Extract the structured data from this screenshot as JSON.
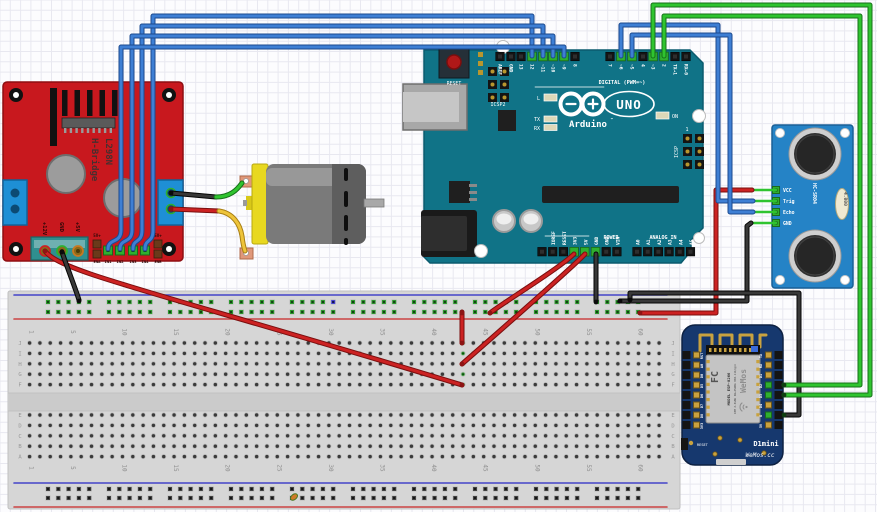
{
  "app": {
    "name": "fritzing-breadboard-view"
  },
  "colors": {
    "bg": "#fcfcfe",
    "grid": "#e8e8f0",
    "breadboard_body": "#d6d6d6",
    "breadboard_channel": "#cbcbcb",
    "rail_blue_line": "#4343c8",
    "rail_red_line": "#cc4343",
    "hole_dark": "#3a3a3a",
    "hole_green": "#2f9e2f",
    "hole_blue": "#4946d9",
    "arduino_board": "#107387",
    "arduino_edge": "#0b5b6e",
    "l298n_board": "#c8181e",
    "l298n_edge": "#8e0e12",
    "hcsr04_board": "#2583c6",
    "hcsr04_edge": "#1a5f96",
    "wemos_board": "#16386e",
    "wemos_edge": "#0d2142",
    "terminal_blue": "#1e8fd5",
    "screw_teal": "#2f8f8f",
    "wire_blue": "#3e7fd4",
    "wire_blue_dark": "#1c4a8e",
    "wire_green": "#2fc42f",
    "wire_green_dark": "#17701a",
    "wire_red": "#cc2222",
    "wire_red_dark": "#7a0f0f",
    "wire_black": "#383838",
    "wire_black_dark": "#050505",
    "wire_yellow": "#eec43a",
    "wire_yellow_dark": "#a87f14",
    "motor_yellow": "#e8d820",
    "motor_gray": "#7a7a7a",
    "motor_dark": "#5e5e5e",
    "gold": "#c9a23f",
    "silver": "#c4c4c4"
  },
  "l298n": {
    "chip_label": "L298N",
    "board_label": "H-Bridge",
    "screw_labels": [
      "+12V",
      "GND",
      "+5V"
    ],
    "enable_top_labels": [
      "5V+",
      "5V+"
    ],
    "pin_row_labels": [
      "ENA",
      "IN1",
      "IN2",
      "IN3",
      "IN4",
      "ENB"
    ]
  },
  "arduino": {
    "brand": "Arduino",
    "tm": "™",
    "model": "UNO",
    "reset_label": "RESET",
    "icsp2_label": "ICSP2",
    "icsp_label": "ICSP",
    "pin1_label": "1",
    "led_l": "L",
    "led_tx": "TX",
    "led_rx": "RX",
    "led_on": "ON",
    "digital_caption": "DIGITAL (PWM=~)",
    "digital_pins_left": [
      "AREF",
      "GND",
      "13",
      "12",
      "~11",
      "~10",
      "~9",
      "8"
    ],
    "digital_pins_right": [
      "7",
      "~6",
      "~5",
      "4",
      "~3",
      "2",
      "TX→1",
      "RX←0"
    ],
    "power_caption": "POWER",
    "power_pins": [
      "",
      "IOREF",
      "RESET",
      "3V3",
      "5V",
      "GND",
      "GND",
      "VIN"
    ],
    "analog_caption": "ANALOG IN",
    "analog_pins": [
      "A0",
      "A1",
      "A2",
      "A3",
      "A4",
      "A5"
    ]
  },
  "hcsr04": {
    "model": "HC-SR04",
    "crystal": "4.000",
    "pins": [
      "VCC",
      "Trig",
      "Echo",
      "GND"
    ]
  },
  "wemos": {
    "left_pins": [
      "RST",
      "A0",
      "D0",
      "D5",
      "D6",
      "D7",
      "D8",
      "3V3"
    ],
    "right_pins": [
      "TX",
      "RX",
      "D1",
      "D2",
      "D3",
      "D4",
      "G",
      "5V"
    ],
    "fcc": "FC",
    "model_text": "MODEL ESP-8266",
    "radio_text": "18M 2.4GHz PA+25dBm 802.11b/g/n",
    "brand": "WeMos",
    "title": "D1mini",
    "site": "WeMos.cc",
    "reset_label": "RESET"
  },
  "breadboard": {
    "row_letters_top": [
      "J",
      "I",
      "H",
      "G",
      "F"
    ],
    "row_letters_bottom": [
      "E",
      "D",
      "C",
      "B",
      "A"
    ],
    "column_numbers": [
      "1",
      "5",
      "10",
      "15",
      "20",
      "25",
      "30",
      "35",
      "40",
      "45",
      "50",
      "55",
      "60"
    ]
  }
}
